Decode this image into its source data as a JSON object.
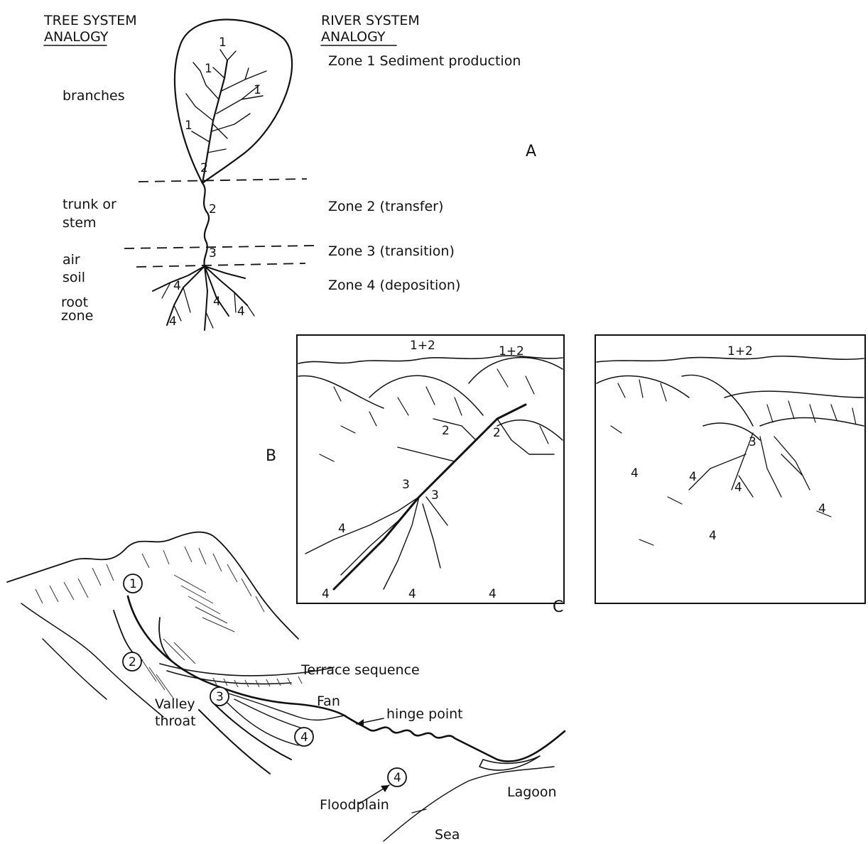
{
  "headers": {
    "tree_line1": "TREE SYSTEM",
    "tree_line2": "ANALOGY",
    "river_line1": "RIVER SYSTEM",
    "river_line2": "ANALOGY"
  },
  "panel_letters": {
    "a": "A",
    "b": "B",
    "c": "C"
  },
  "tree_labels": {
    "branches": "branches",
    "trunk1": "trunk or",
    "trunk2": "stem",
    "air": "air",
    "soil": "soil",
    "root1": "root",
    "root2": "zone"
  },
  "zones": {
    "zone1": "Zone 1  Sediment production",
    "zone2": "Zone 2  (transfer)",
    "zone3": "Zone 3  (transition)",
    "zone4": "Zone 4  (deposition)"
  },
  "tree_numbers": {
    "n1": "1",
    "n2": "2",
    "n3": "3",
    "n4": "4"
  },
  "block_numbers": {
    "n12": "1+2",
    "n2": "2",
    "n3": "3",
    "n4": "4"
  },
  "landscape": {
    "c1": "1",
    "c2": "2",
    "c3": "3",
    "c4": "4",
    "terrace": "Terrace sequence",
    "fan": "Fan",
    "hinge": "hinge point",
    "valley1": "Valley",
    "valley2": "throat",
    "floodplain": "Floodplain",
    "lagoon": "Lagoon",
    "sea": "Sea"
  }
}
